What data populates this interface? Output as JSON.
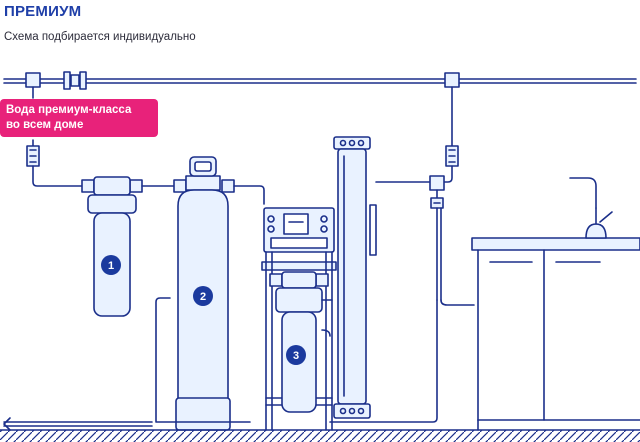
{
  "header": {
    "title": "ПРЕМИУМ",
    "subtitle": "Схема подбирается индивидуально"
  },
  "badge": {
    "line1": "Вода премиум-класса",
    "line2": "во всем доме"
  },
  "markers": [
    "1",
    "2",
    "3"
  ],
  "colors": {
    "title": "#1f3fa8",
    "badge": "#e8227a",
    "outline": "#1b2f8a",
    "fill_light": "#e9f2ff",
    "marker": "#1b3a9e"
  }
}
